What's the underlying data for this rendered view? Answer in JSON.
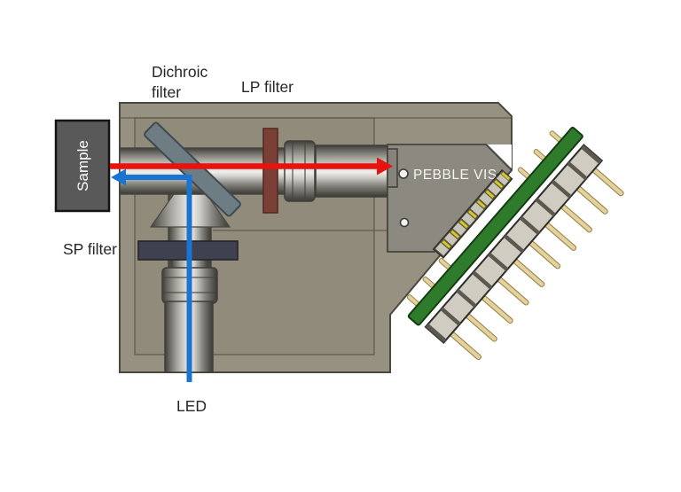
{
  "diagram": {
    "title_none": "",
    "labels": {
      "dichroic_line1": "Dichroic",
      "dichroic_line2": "filter",
      "lp_filter": "LP filter",
      "sp_filter": "SP filter",
      "led": "LED",
      "sample": "Sample",
      "detector": "PEBBLE VIS"
    },
    "colors": {
      "background": "#ffffff",
      "body": "#969181",
      "body_inner": "#908b7b",
      "plate": "#8c8a80",
      "pcb_green": "#2e7c2b",
      "pin_gold": "#e4d19b",
      "excitation_blue": "#1a75d2",
      "emission_red": "#e8120e",
      "lp_filter_maroon": "#7a4036",
      "sp_filter_slate": "#3f4150",
      "dichroic_bluegray": "#6e7d83",
      "sample_gray": "#595959"
    }
  }
}
